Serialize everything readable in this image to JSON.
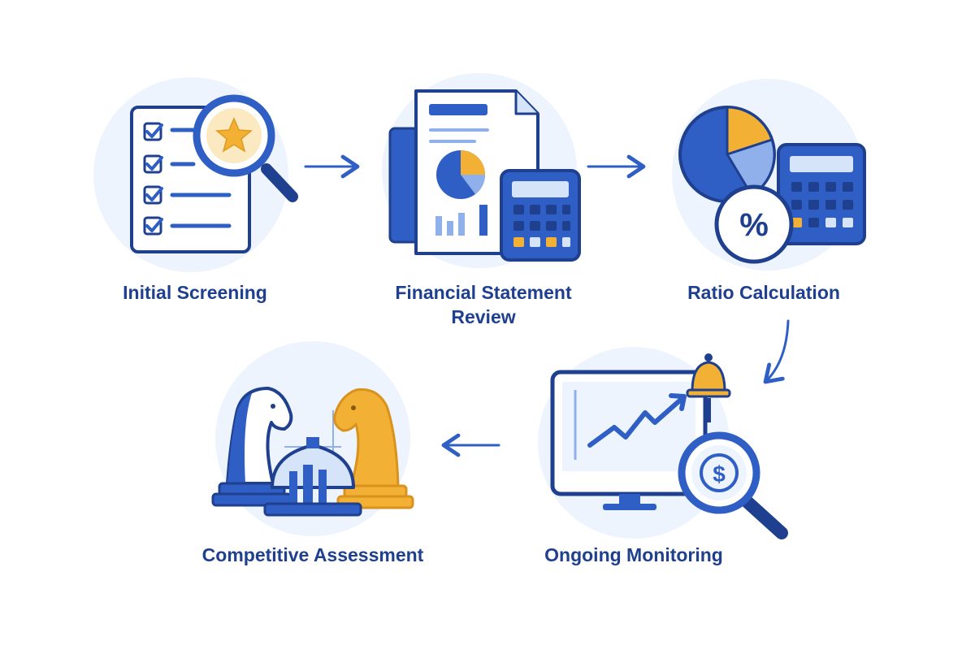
{
  "steps": [
    {
      "label": "Initial Screening"
    },
    {
      "label": "Financial Statement Review"
    },
    {
      "label": "Ratio Calculation"
    },
    {
      "label": "Competitive Assessment"
    },
    {
      "label": "Ongoing Monitoring"
    }
  ],
  "colors": {
    "primary": "#2f5fc4",
    "dark": "#1f3f8f",
    "light": "#d6e4fa",
    "accent": "#f2b134",
    "bg_circle": "#eef4fd"
  },
  "icons": {
    "step1": [
      "checklist-icon",
      "magnifier-star-icon"
    ],
    "step2": [
      "document-chart-icon",
      "calculator-icon"
    ],
    "step3": [
      "pie-chart-icon",
      "calculator-icon",
      "percent-icon"
    ],
    "step4": [
      "chess-knights-icon",
      "bank-building-icon"
    ],
    "step5": [
      "monitor-trend-icon",
      "bell-icon",
      "magnifier-dollar-icon"
    ]
  }
}
